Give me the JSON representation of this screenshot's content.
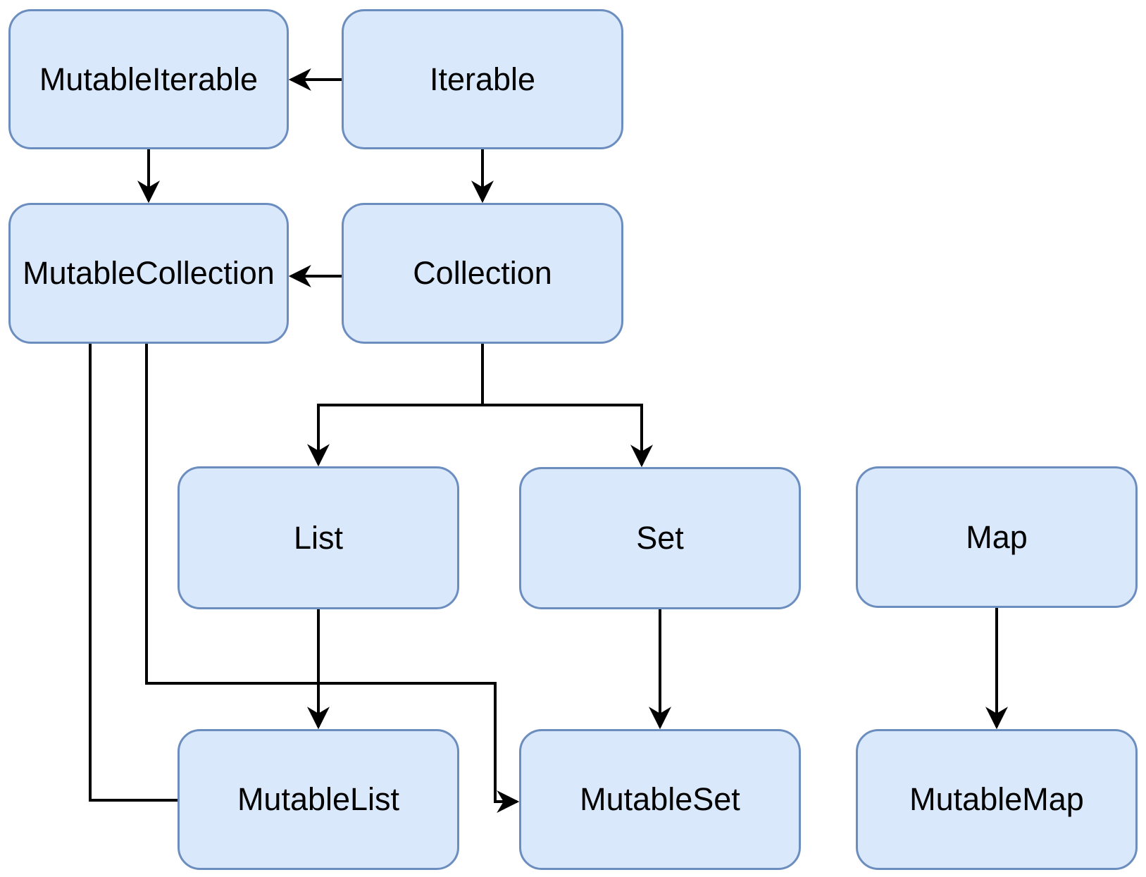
{
  "diagram": {
    "nodes": [
      {
        "id": "mutable-iterable",
        "label": "MutableIterable"
      },
      {
        "id": "iterable",
        "label": "Iterable"
      },
      {
        "id": "mutable-collection",
        "label": "MutableCollection"
      },
      {
        "id": "collection",
        "label": "Collection"
      },
      {
        "id": "list",
        "label": "List"
      },
      {
        "id": "set",
        "label": "Set"
      },
      {
        "id": "map",
        "label": "Map"
      },
      {
        "id": "mutable-list",
        "label": "MutableList"
      },
      {
        "id": "mutable-set",
        "label": "MutableSet"
      },
      {
        "id": "mutable-map",
        "label": "MutableMap"
      }
    ],
    "edges": [
      {
        "from": "iterable",
        "to": "mutable-iterable",
        "arrowhead": true
      },
      {
        "from": "mutable-iterable",
        "to": "mutable-collection",
        "arrowhead": true
      },
      {
        "from": "iterable",
        "to": "collection",
        "arrowhead": true
      },
      {
        "from": "collection",
        "to": "mutable-collection",
        "arrowhead": true
      },
      {
        "from": "collection",
        "to": "list",
        "arrowhead": true
      },
      {
        "from": "collection",
        "to": "set",
        "arrowhead": true
      },
      {
        "from": "list",
        "to": "mutable-list",
        "arrowhead": true
      },
      {
        "from": "set",
        "to": "mutable-set",
        "arrowhead": true
      },
      {
        "from": "map",
        "to": "mutable-map",
        "arrowhead": true
      },
      {
        "from": "mutable-collection",
        "to": "mutable-list",
        "arrowhead": false
      },
      {
        "from": "mutable-collection",
        "to": "mutable-set",
        "arrowhead": true
      }
    ],
    "colors": {
      "node_fill": "#dae8fc",
      "node_border": "#6c8ebf",
      "connector": "#000000",
      "label": "#000000",
      "background": "#ffffff"
    }
  }
}
